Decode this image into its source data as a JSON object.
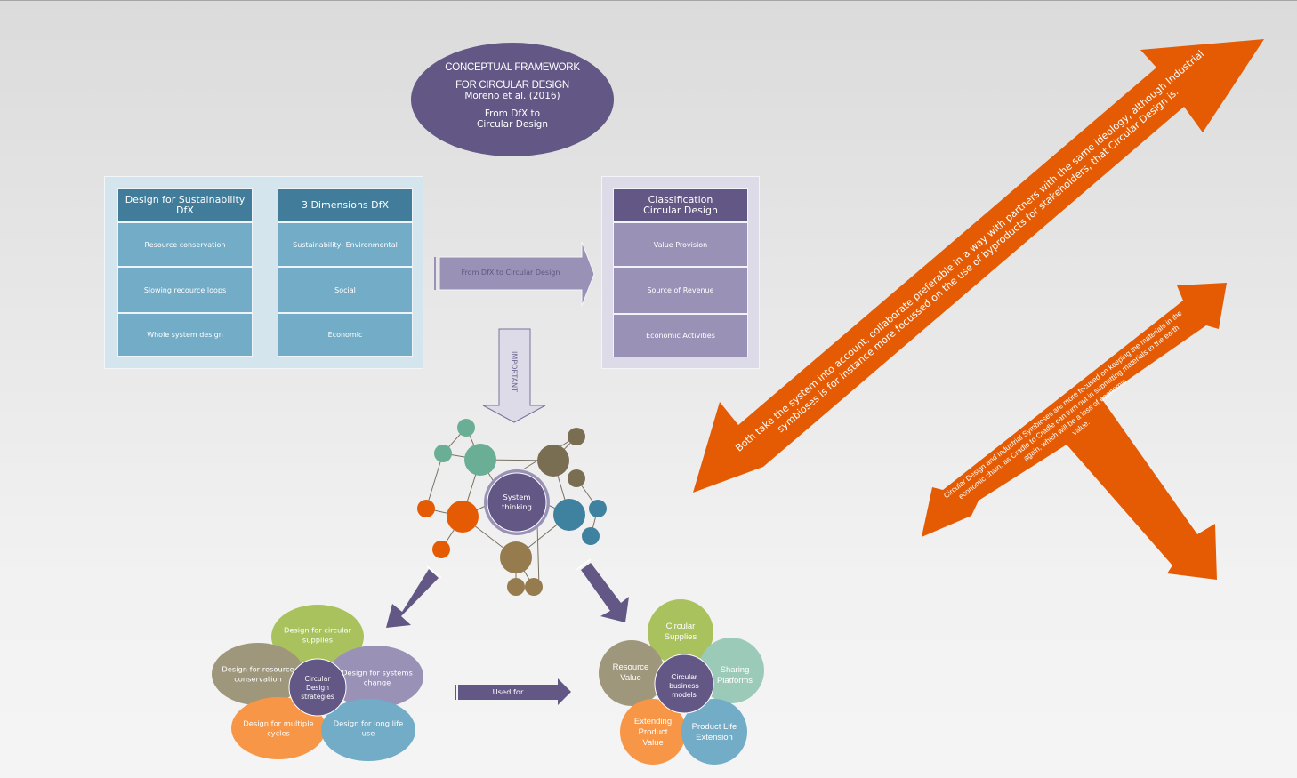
{
  "title": {
    "line1": "CONCEPTUAL FRAMEWORK",
    "line2": "FOR CIRCULAR DESIGN",
    "line3": "Moreno et al. (2016)",
    "line4": "From DfX to",
    "line5": "Circular Design"
  },
  "dfx_panel": {
    "columns": [
      {
        "header": "Design for Sustainability DfX",
        "items": [
          "Resource conservation",
          "Slowing recource loops",
          "Whole system design"
        ]
      },
      {
        "header": "3 Dimensions DfX",
        "items": [
          "Sustainability- Environmental",
          "Social",
          "Economic"
        ]
      }
    ]
  },
  "transition_arrow": {
    "label": "From DfX to Circular Design"
  },
  "classification_panel": {
    "header": "Classification Circular Design",
    "items": [
      "Value Provision",
      "Source of Revenue",
      "Economic Activities"
    ]
  },
  "important_arrow": {
    "label": "IMPORTANT"
  },
  "system_thinking": {
    "label": "System thinking"
  },
  "strategies": {
    "center": "Circular Design strategies",
    "petals": [
      {
        "label": "Design for circular supplies",
        "color": "#a9c25d"
      },
      {
        "label": "Design for systems change",
        "color": "#9a92b6"
      },
      {
        "label": "Design for long life use",
        "color": "#72acc7"
      },
      {
        "label": "Design for multiple cycles",
        "color": "#f79646"
      },
      {
        "label": "Design for resource conservation",
        "color": "#9e977b"
      }
    ]
  },
  "used_for_arrow": {
    "label": "Used for"
  },
  "business_models": {
    "center": "Circular business models",
    "petals": [
      {
        "label": "Circular Supplies",
        "color": "#a9c25d"
      },
      {
        "label": "Sharing Platforms",
        "color": "#9ccab8"
      },
      {
        "label": "Product Life Extension",
        "color": "#72acc7"
      },
      {
        "label": "Extending Product Value",
        "color": "#f79646"
      },
      {
        "label": "Resource Value",
        "color": "#9e977b"
      }
    ]
  },
  "orange_arrows": {
    "upper": {
      "line1": "Both take the system into account, collaborate preferable in a way with partners with the same ideology, although Industrial",
      "line2": "symbioses is for instance more focussed on the use of byproducts for stakeholders, that Circular Design is."
    },
    "lower": {
      "line1": "Circular Design and Industrial Symbioses are more focused on keeping the materials in the",
      "line2": "economic chain, as Cradle to Cradle can turn out in submitting materials to the earth",
      "line3": "again, which will be a loss of economic",
      "line4": "value."
    }
  },
  "colors": {
    "purple_dark": "#625785",
    "purple_light": "#9a92b6",
    "blue_dark": "#417d9b",
    "blue_light": "#72acc7",
    "orange": "#e55b04",
    "green": "#6aaf95",
    "olive": "#7a6e52",
    "teal": "#3f82a0",
    "brown": "#957b4d"
  }
}
